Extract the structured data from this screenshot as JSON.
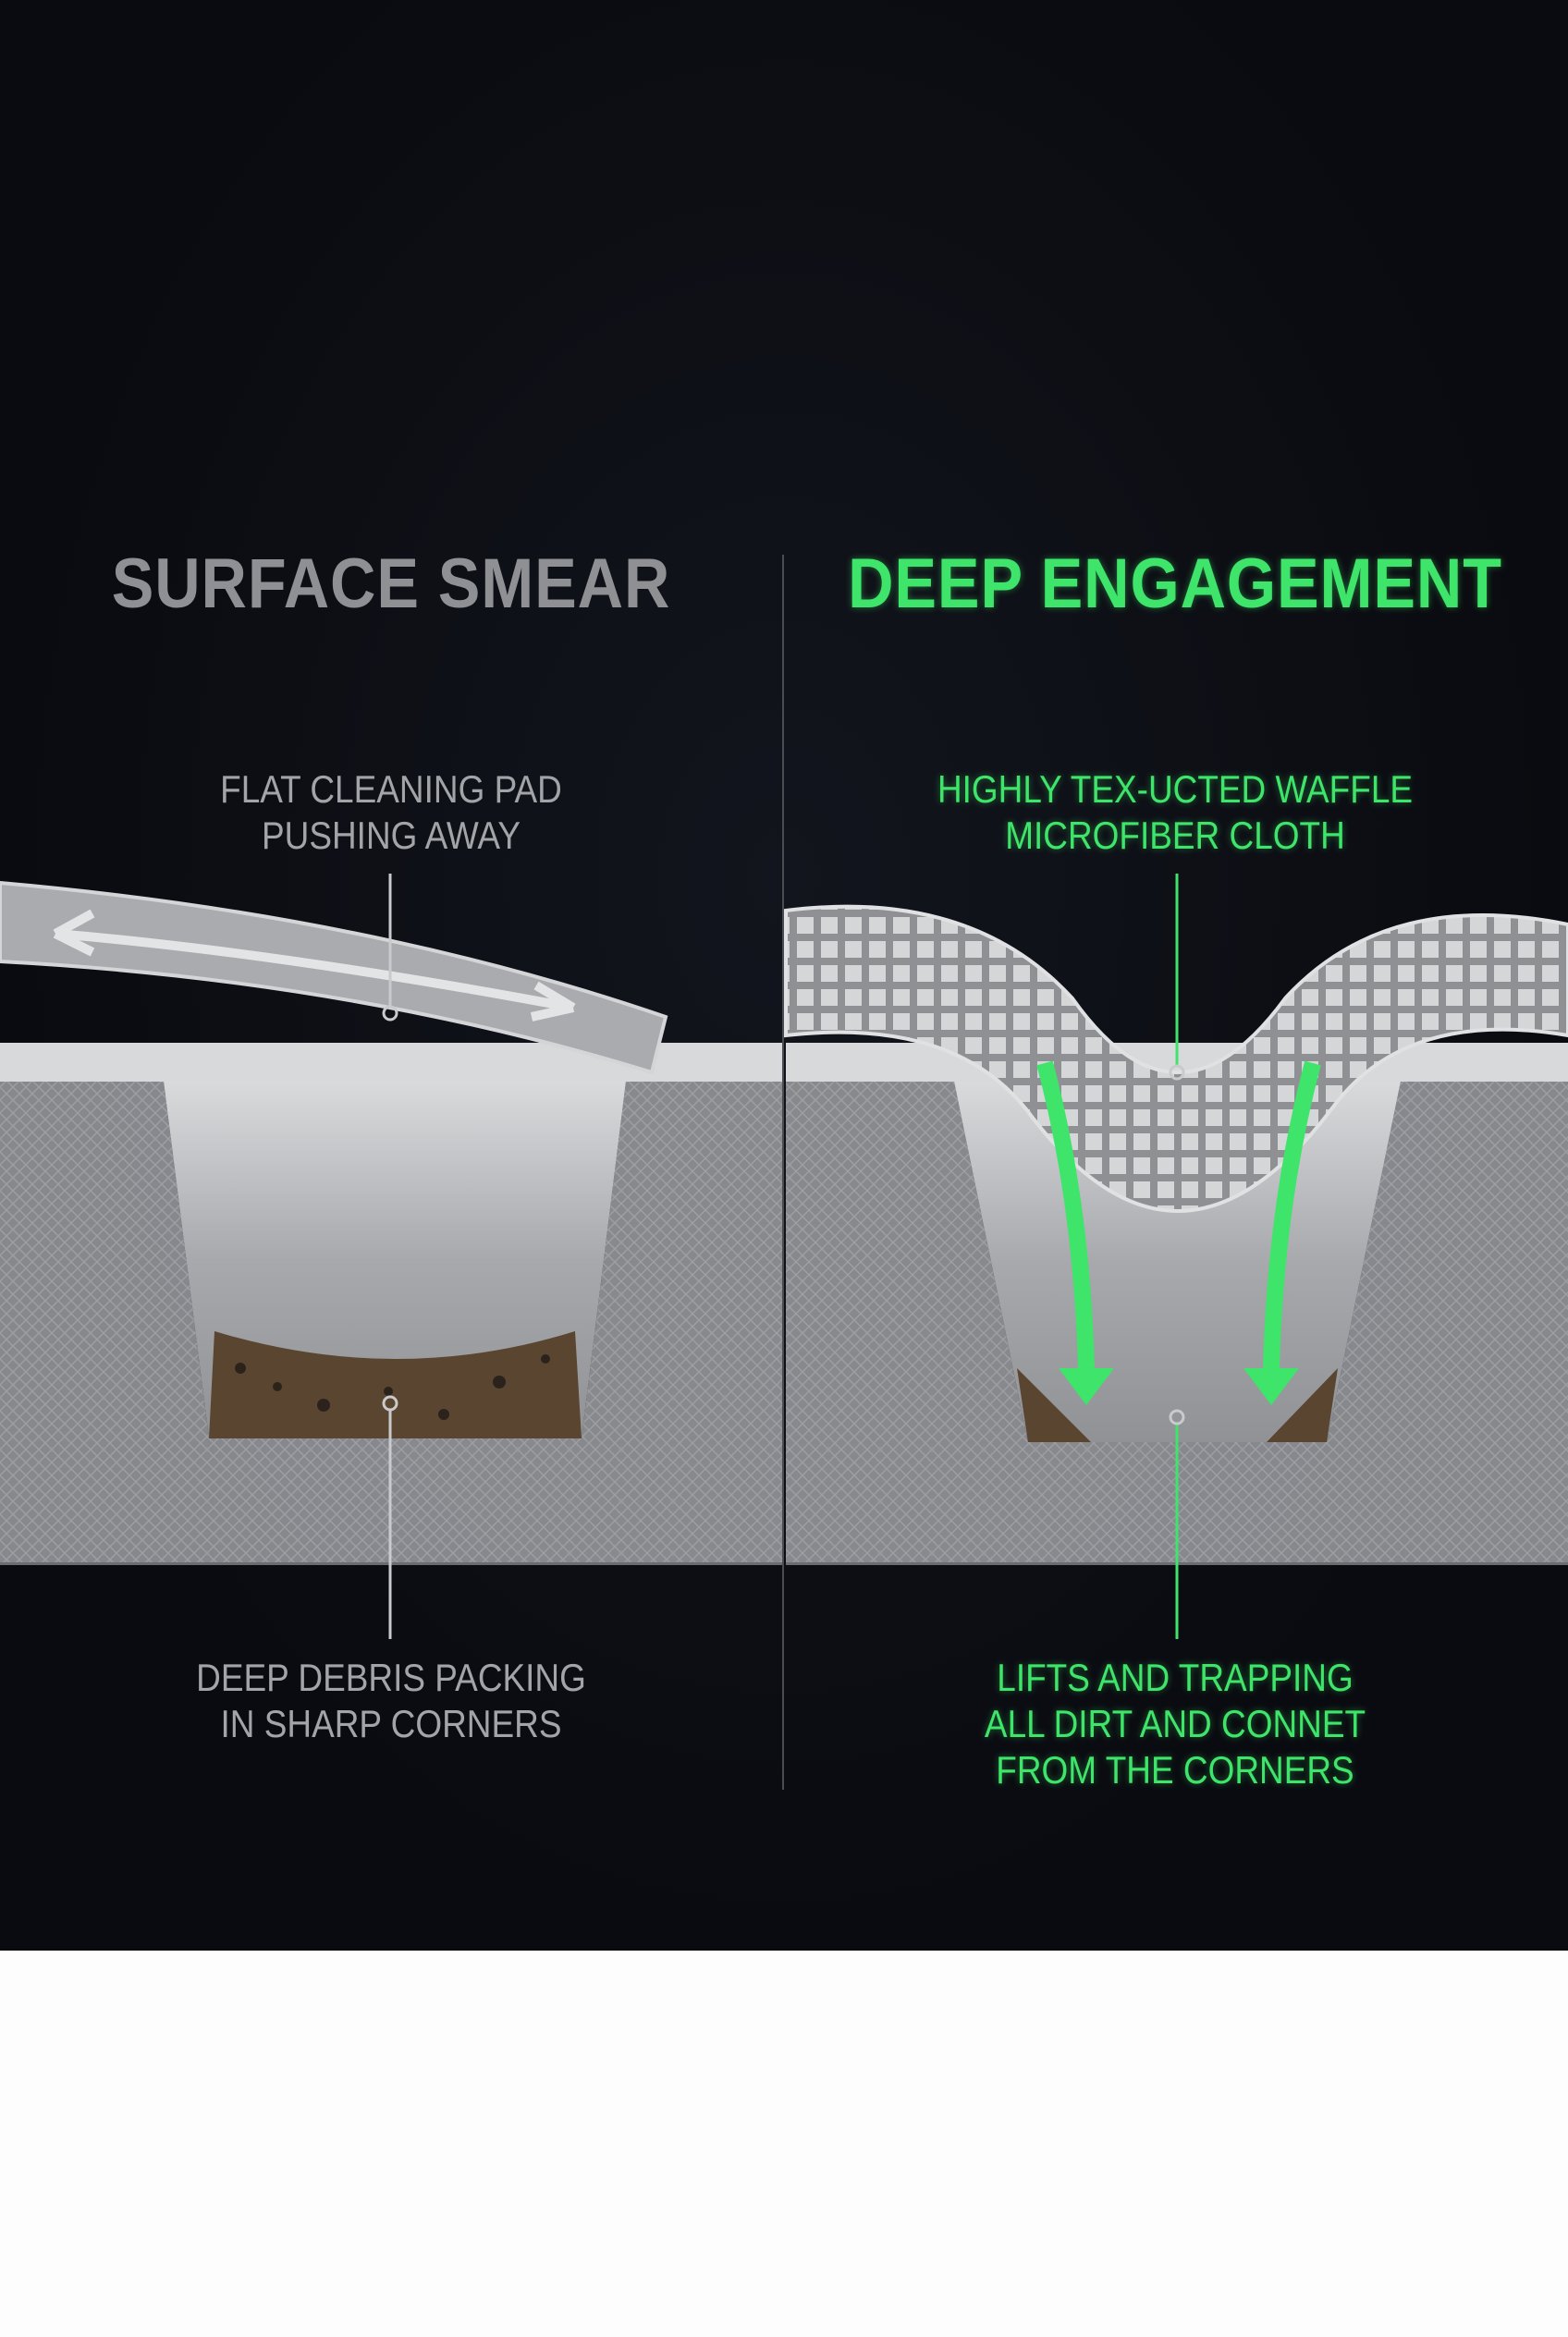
{
  "left": {
    "title": "SURFACE SMEAR",
    "top_label": [
      "FLAT CLEANING PAD",
      "PUSHING AWAY"
    ],
    "bottom_label": [
      "DEEP DEBRIS PACKING",
      "IN SHARP CORNERS"
    ]
  },
  "right": {
    "title": "DEEP ENGAGEMENT",
    "top_label": [
      "HIGHLY TEX-UCTED WAFFLE",
      "MICROFIBER CLOTH"
    ],
    "bottom_label": [
      "LIFTS AND TRAPPING",
      "ALL DIRT AND CONNET",
      "FROM THE CORNERS"
    ]
  },
  "colors": {
    "background": "#0b0c12",
    "accent_green": "#3fe46a",
    "grey_text": "#8f9093"
  }
}
